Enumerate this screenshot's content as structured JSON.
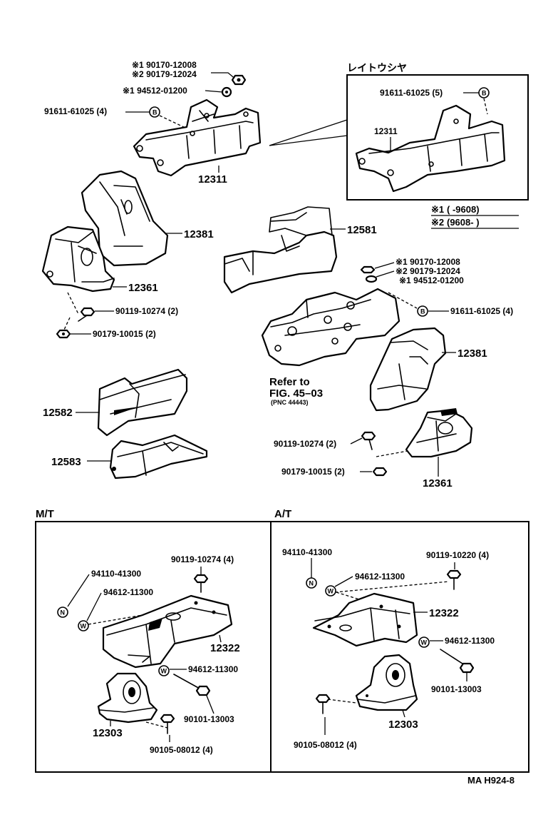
{
  "top": {
    "callout_top": {
      "n1": "※1 90170-12008",
      "n2": "※2 90179-12024",
      "n3": "※1 94512-01200"
    },
    "bolt_91611_a": "91611-61025 (4)",
    "bracket_12311": "12311",
    "mount_12381_left": "12381",
    "mount_12361_left": "12361",
    "bolt_90119_left": "90119-10274 (2)",
    "nut_90179_left": "90179-10015 (2)",
    "pad_12582": "12582",
    "pad_12583": "12583"
  },
  "inset": {
    "title": "レイトウシヤ",
    "bolt": "91611-61025 (5)",
    "part": "12311",
    "legend1_mark": "※1",
    "legend1_range": "(        -9608)",
    "legend2_mark": "※2",
    "legend2_range": "(9608-          )"
  },
  "right": {
    "insulator_12581": "12581",
    "n1": "※1 90170-12008",
    "n2": "※2 90179-12024",
    "n3": "※1 94512-01200",
    "bolt_91611_b": "91611-61025 (4)",
    "refer_line1": "Refer to",
    "refer_line2": "FIG. 45–03",
    "refer_pnc": "(PNC 44443)",
    "mount_12381_right": "12381",
    "bolt_90119_right": "90119-10274 (2)",
    "nut_90179_right": "90179-10015 (2)",
    "mount_12361_right": "12361"
  },
  "mt": {
    "title": "M/T",
    "n1": "94110-41300",
    "w1": "94612-11300",
    "bolt_a": "90119-10274 (4)",
    "part_12322": "12322",
    "w2": "94612-11300",
    "bolt_b": "90101-13003",
    "part_12303": "12303",
    "bolt_c": "90105-08012 (4)"
  },
  "at": {
    "title": "A/T",
    "n1": "94110-41300",
    "w1": "94612-11300",
    "bolt_a": "90119-10220 (4)",
    "part_12322": "12322",
    "w2": "94612-11300",
    "bolt_b": "90101-13003",
    "part_12303": "12303",
    "bolt_c": "90105-08012 (4)"
  },
  "footer": {
    "code": "MA  H924-8"
  },
  "symbols": {
    "B": "B",
    "N": "N",
    "W": "W"
  }
}
